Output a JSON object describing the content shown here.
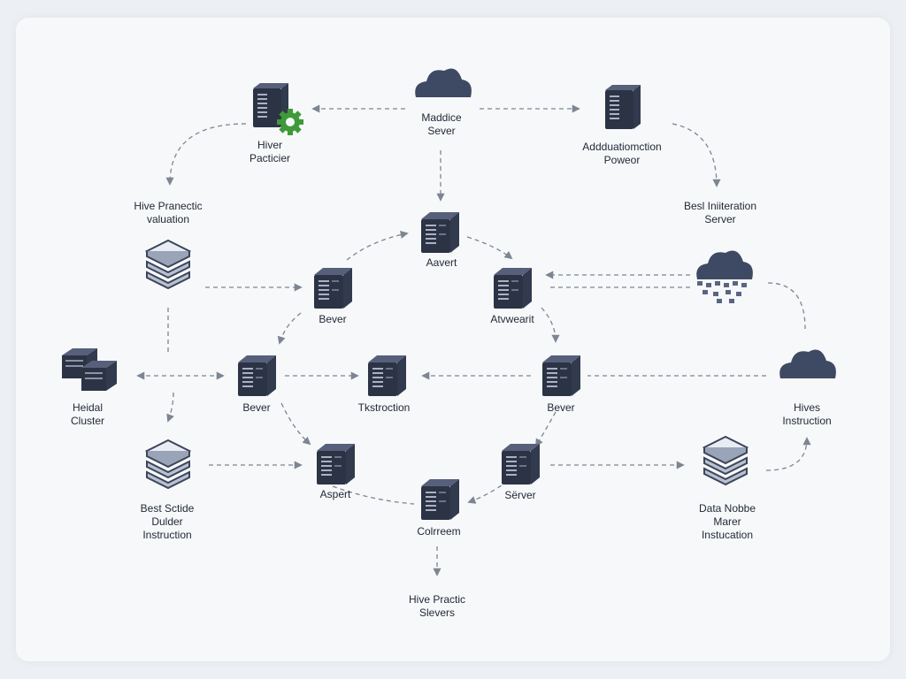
{
  "colors": {
    "background": "#f7f8fa",
    "server_dark": "#2b3345",
    "server_top": "#56607a",
    "server_side": "#3a4357",
    "cloud": "#3e4a63",
    "connector": "#7d8592",
    "gear": "#3f9a3a",
    "label": "#222a36"
  },
  "nodes": [
    {
      "id": "hiver-pacticier",
      "icon": "server-gear-icon",
      "label": [
        "Hiver",
        "Pacticier"
      ]
    },
    {
      "id": "maddice-sever",
      "icon": "cloud-icon",
      "label": [
        "Maddice",
        "Sever"
      ]
    },
    {
      "id": "addduationction",
      "icon": "server-tower-icon",
      "label": [
        "Addduatiomction",
        "Poweor"
      ]
    },
    {
      "id": "hive-pranectic",
      "icon": "",
      "label": [
        "Hive Pranectic",
        "valuation"
      ]
    },
    {
      "id": "besl-initeration",
      "icon": "",
      "label": [
        "Besl Iniiteration",
        "Server"
      ]
    },
    {
      "id": "aavert",
      "icon": "server-cube-icon",
      "label": [
        "Aavert"
      ]
    },
    {
      "id": "stacked-db-1",
      "icon": "database-stack-icon",
      "label": []
    },
    {
      "id": "bever-left",
      "icon": "server-cube-icon",
      "label": [
        "Bever"
      ]
    },
    {
      "id": "atvwearit",
      "icon": "server-cube-icon",
      "label": [
        "Atvwearit"
      ]
    },
    {
      "id": "cloud-network",
      "icon": "cloud-network-icon",
      "label": []
    },
    {
      "id": "heidal-cluster",
      "icon": "cluster-icon",
      "label": [
        "Heidal",
        "Cluster"
      ]
    },
    {
      "id": "bever-mid",
      "icon": "server-cube-icon",
      "label": [
        "Bever"
      ]
    },
    {
      "id": "tkstroction",
      "icon": "server-cube-icon",
      "label": [
        "Tkstroction"
      ]
    },
    {
      "id": "bever-right",
      "icon": "server-cube-icon",
      "label": [
        "Bever"
      ]
    },
    {
      "id": "hives-instruction",
      "icon": "cloud-icon",
      "label": [
        "Hives",
        "Instruction"
      ]
    },
    {
      "id": "best-sctide",
      "icon": "database-stack-icon",
      "label": [
        "Best Sctide",
        "Dulder",
        "Instruction"
      ]
    },
    {
      "id": "aspert",
      "icon": "server-cube-icon",
      "label": [
        "Aspert"
      ]
    },
    {
      "id": "server",
      "icon": "server-cube-icon",
      "label": [
        "Sërver"
      ]
    },
    {
      "id": "data-nobbe",
      "icon": "database-stack-icon",
      "label": [
        "Data Nobbe",
        "Marer",
        "Instucation"
      ]
    },
    {
      "id": "colrreem",
      "icon": "server-cube-icon",
      "label": [
        "Colrreem"
      ]
    },
    {
      "id": "hive-practic",
      "icon": "",
      "label": [
        "Hive Practic",
        "Slevers"
      ]
    }
  ],
  "connectors": [
    {
      "from": "maddice-sever",
      "to": "hiver-pacticier"
    },
    {
      "from": "maddice-sever",
      "to": "addduationction"
    },
    {
      "from": "maddice-sever",
      "to": "aavert"
    },
    {
      "from": "hiver-pacticier",
      "to": "hive-pranectic"
    },
    {
      "from": "addduationction",
      "to": "besl-initeration"
    },
    {
      "from": "bever-left",
      "to": "aavert"
    },
    {
      "from": "aavert",
      "to": "atvwearit"
    },
    {
      "from": "stacked-db-1",
      "to": "bever-left"
    },
    {
      "from": "cloud-network",
      "to": "atvwearit"
    },
    {
      "from": "atvwearit",
      "to": "bever-right"
    },
    {
      "from": "bever-left",
      "to": "bever-mid"
    },
    {
      "from": "heidal-cluster",
      "to": "bever-mid"
    },
    {
      "from": "bever-mid",
      "to": "tkstroction"
    },
    {
      "from": "bever-right",
      "to": "tkstroction"
    },
    {
      "from": "hives-instruction",
      "to": "bever-right"
    },
    {
      "from": "bever-mid",
      "to": "aspert"
    },
    {
      "from": "best-sctide",
      "to": "aspert"
    },
    {
      "from": "bever-right",
      "to": "server"
    },
    {
      "from": "server",
      "to": "colrreem"
    },
    {
      "from": "aspert",
      "to": "colrreem"
    },
    {
      "from": "server",
      "to": "data-nobbe"
    },
    {
      "from": "data-nobbe",
      "to": "hives-instruction"
    },
    {
      "from": "colrreem",
      "to": "hive-practic"
    },
    {
      "from": "stacked-db-1",
      "to": "heidal-cluster"
    },
    {
      "from": "cloud-network",
      "to": "hives-instruction"
    }
  ]
}
